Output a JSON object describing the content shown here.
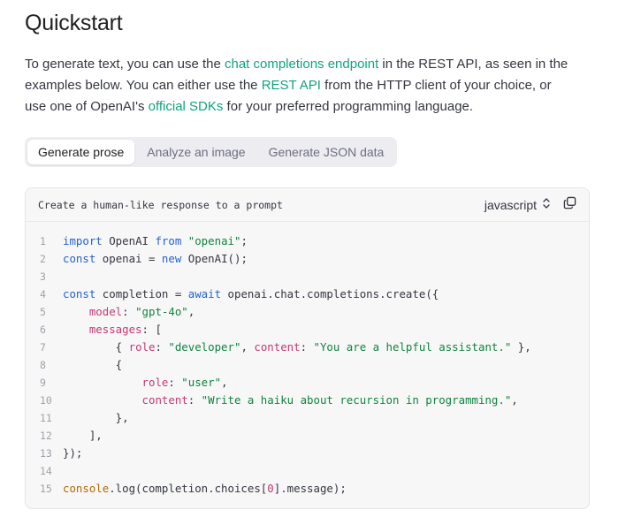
{
  "header": {
    "title": "Quickstart"
  },
  "intro": {
    "t1": "To generate text, you can use the ",
    "link1": "chat completions endpoint",
    "t2": " in the REST API, as seen in the examples below. You can either use the ",
    "link2": "REST API",
    "t3": " from the HTTP client of your choice, or use one of OpenAI's ",
    "link3": "official SDKs",
    "t4": " for your preferred programming language."
  },
  "tabs": [
    {
      "label": "Generate prose",
      "active": true
    },
    {
      "label": "Analyze an image",
      "active": false
    },
    {
      "label": "Generate JSON data",
      "active": false
    }
  ],
  "code": {
    "caption": "Create a human-like response to a prompt",
    "language": "javascript",
    "lines": [
      [
        [
          "kw",
          "import"
        ],
        [
          "p",
          " OpenAI "
        ],
        [
          "kw",
          "from"
        ],
        [
          "p",
          " "
        ],
        [
          "str",
          "\"openai\""
        ],
        [
          "p",
          ";"
        ]
      ],
      [
        [
          "kw",
          "const"
        ],
        [
          "p",
          " openai = "
        ],
        [
          "kw",
          "new"
        ],
        [
          "p",
          " OpenAI();"
        ]
      ],
      [],
      [
        [
          "kw",
          "const"
        ],
        [
          "p",
          " completion = "
        ],
        [
          "kw",
          "await"
        ],
        [
          "p",
          " openai.chat.completions.create({"
        ]
      ],
      [
        [
          "p",
          "    "
        ],
        [
          "prop",
          "model"
        ],
        [
          "p",
          ": "
        ],
        [
          "str",
          "\"gpt-4o\""
        ],
        [
          "p",
          ","
        ]
      ],
      [
        [
          "p",
          "    "
        ],
        [
          "prop",
          "messages"
        ],
        [
          "p",
          ": ["
        ]
      ],
      [
        [
          "p",
          "        { "
        ],
        [
          "prop",
          "role"
        ],
        [
          "p",
          ": "
        ],
        [
          "str",
          "\"developer\""
        ],
        [
          "p",
          ", "
        ],
        [
          "prop",
          "content"
        ],
        [
          "p",
          ": "
        ],
        [
          "str",
          "\"You are a helpful assistant.\""
        ],
        [
          "p",
          " },"
        ]
      ],
      [
        [
          "p",
          "        {"
        ]
      ],
      [
        [
          "p",
          "            "
        ],
        [
          "prop",
          "role"
        ],
        [
          "p",
          ": "
        ],
        [
          "str",
          "\"user\""
        ],
        [
          "p",
          ","
        ]
      ],
      [
        [
          "p",
          "            "
        ],
        [
          "prop",
          "content"
        ],
        [
          "p",
          ": "
        ],
        [
          "str",
          "\"Write a haiku about recursion in programming.\""
        ],
        [
          "p",
          ","
        ]
      ],
      [
        [
          "p",
          "        },"
        ]
      ],
      [
        [
          "p",
          "    ],"
        ]
      ],
      [
        [
          "p",
          "});"
        ]
      ],
      [],
      [
        [
          "fn",
          "console"
        ],
        [
          "p",
          ".log(completion.choices["
        ],
        [
          "num",
          "0"
        ],
        [
          "p",
          "].message);"
        ]
      ]
    ]
  },
  "icons": {
    "select": "chevron-up-down-icon",
    "copy": "copy-icon"
  },
  "colors": {
    "accent": "#10a37f",
    "keyword": "#2563c9",
    "string": "#10833e",
    "property": "#c23a75",
    "function": "#b06b00"
  }
}
